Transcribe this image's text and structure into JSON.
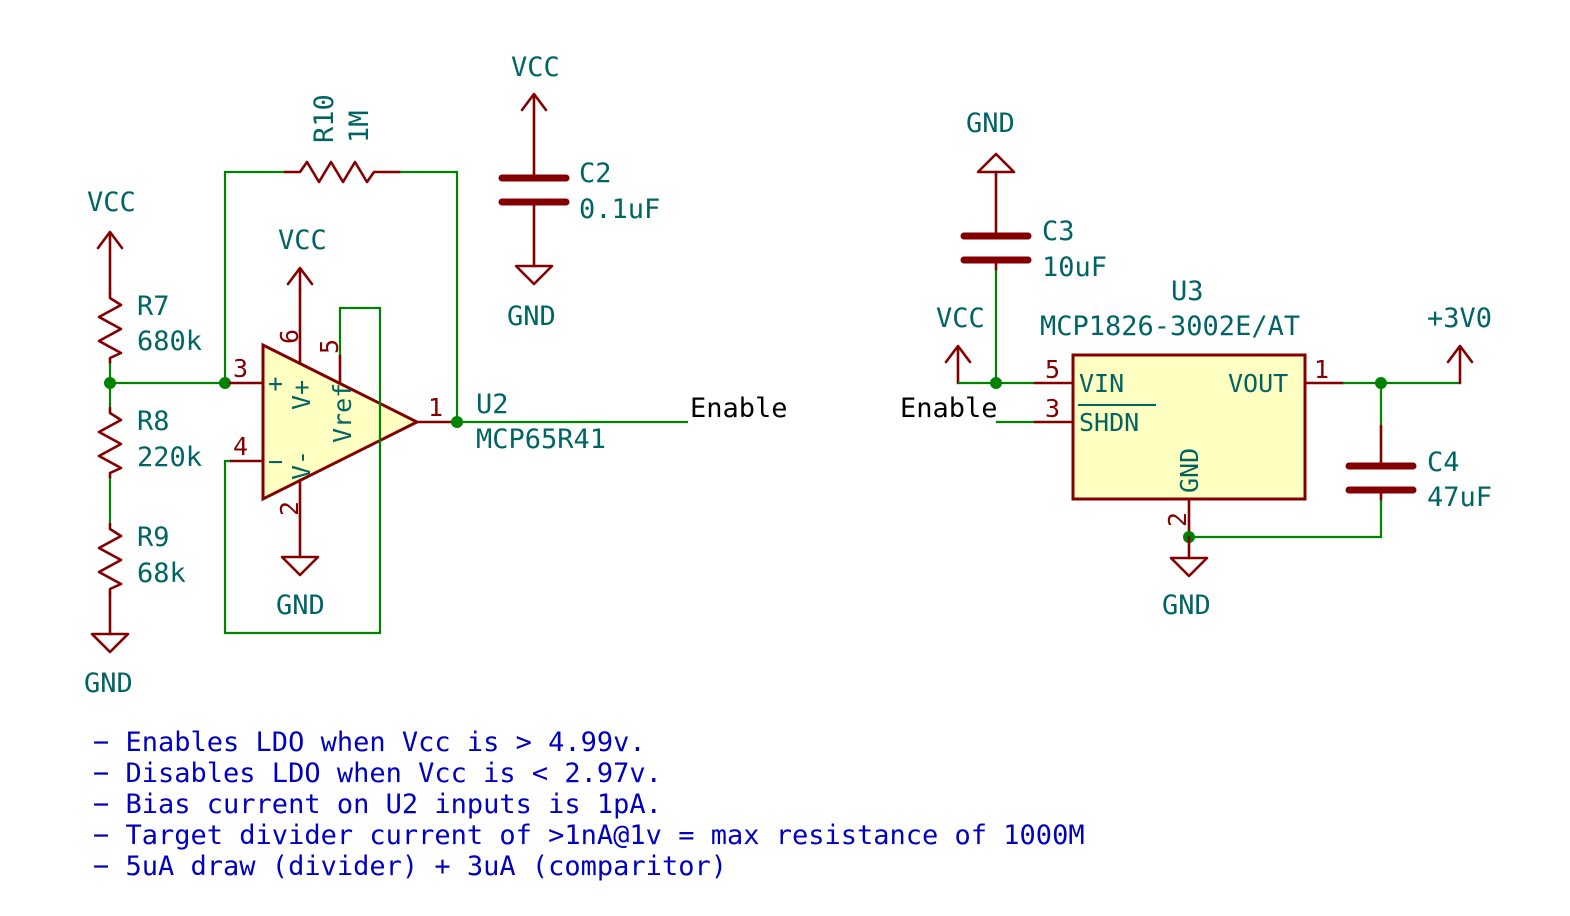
{
  "power": {
    "vcc": "VCC",
    "gnd": "GND",
    "plus3v0": "+3V0"
  },
  "components": {
    "R7": {
      "ref": "R7",
      "value": "680k"
    },
    "R8": {
      "ref": "R8",
      "value": "220k"
    },
    "R9": {
      "ref": "R9",
      "value": "68k"
    },
    "R10": {
      "ref": "R10",
      "value": "1M"
    },
    "C2": {
      "ref": "C2",
      "value": "0.1uF"
    },
    "C3": {
      "ref": "C3",
      "value": "10uF"
    },
    "C4": {
      "ref": "C4",
      "value": "47uF"
    },
    "U2": {
      "ref": "U2",
      "value": "MCP65R41",
      "pins": {
        "p1": "1",
        "p2": "2",
        "p3": "3",
        "p4": "4",
        "p5": "5",
        "p6": "6"
      },
      "pin_names": {
        "vplus": "V+",
        "vminus": "V-",
        "vref": "Vref",
        "plus": "+",
        "minus": "−"
      }
    },
    "U3": {
      "ref": "U3",
      "value": "MCP1826-3002E/AT",
      "pins": {
        "p1": "1",
        "p2": "2",
        "p3": "3",
        "p5": "5"
      },
      "pin_names": {
        "vin": "VIN",
        "vout": "VOUT",
        "shdn": "SHDN",
        "gnd": "GND"
      }
    }
  },
  "nets": {
    "enable": "Enable"
  },
  "notes": [
    "− Enables LDO when Vcc is > 4.99v.",
    "− Disables LDO when Vcc is < 2.97v.",
    "− Bias current on U2 inputs is 1pA.",
    "− Target divider current of >1nA@1v = max resistance of 1000M",
    "− 5uA draw (divider) + 3uA (comparitor)"
  ],
  "colors": {
    "wire": "#008400",
    "component": "#840000",
    "body_fill": "#ffffc2",
    "label_text": "#006464",
    "note_text": "#0000c2"
  }
}
